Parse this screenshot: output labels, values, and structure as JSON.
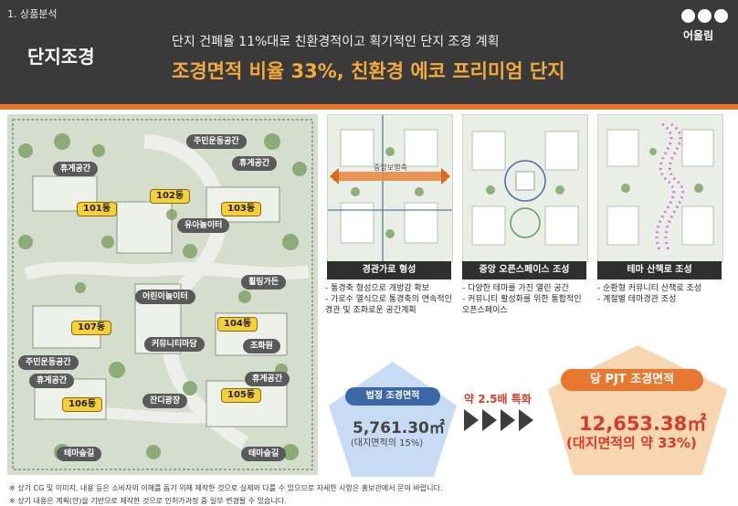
{
  "header": {
    "section": "1. 상품분석",
    "title": "단지조경",
    "subtitle": "단지 건폐율 11%대로 친환경적이고 획기적인 단지 조경 계획",
    "headline": "조경면적 비율 33%, 친환경 에코 프리미엄 단지"
  },
  "logo": {
    "name": "어울림"
  },
  "siteplan": {
    "buildings": [
      "101동",
      "102동",
      "103동",
      "104동",
      "105동",
      "106동",
      "107동"
    ],
    "facilities": [
      "주민운동공간",
      "휴게공간",
      "휴게공간",
      "유아놀이터",
      "어린이놀이터",
      "휠링가든",
      "커뮤니티마당",
      "조화원",
      "주민운동공간",
      "휴게공간",
      "휴게공간",
      "잔디광장",
      "테마숲길",
      "테마숲길"
    ]
  },
  "plans": [
    {
      "label": "경관가로 형성",
      "overlay": "중앙보행축",
      "bullets": [
        "- 통경축 형성으로 개방감 확보",
        "- 가로수 열식으로 통경축의 연속적인",
        "  경관 및 조화로운 공간계획"
      ]
    },
    {
      "label": "중앙 오픈스페이스 조성",
      "overlay": "",
      "bullets": [
        "- 다양한 테마를 가진 열린 공간",
        "- 커뮤니티 활성화를 위한 통합적인",
        "  오픈스페이스"
      ]
    },
    {
      "label": "테마 산책로 조성",
      "overlay": "",
      "bullets": [
        "- 순환형 커뮤니티 산책로 조성",
        "- 계절별 테마경관 조성"
      ]
    }
  ],
  "legal": {
    "label": "법정 조경면적",
    "value": "5,761.30㎡",
    "note": "(대지면적의 15%)"
  },
  "multiplier": "약 2.5배 특화",
  "pjt": {
    "label": "당 PJT 조경면적",
    "value": "12,653.38㎡",
    "note": "(대지면적의 약 33%)"
  },
  "notes": [
    "※ 상기 CG 및 이미지, 내용 등은 소비자의 이해를 돕기 위해 제작한 것으로 실제와 다를 수 있으므로 자세한 사항은 홍보관에서 문의 바랍니다.",
    "※ 상기 내용은 계획(안)을 기반으로 제작한 것으로 인허가과정 중 일부 변경될 수 있습니다."
  ],
  "colors": {
    "accent": "#e9762c",
    "headline": "#f4a93f",
    "tag": "#f7cf3b",
    "legal": "#3e67a8",
    "pjt": "#d93a29"
  }
}
